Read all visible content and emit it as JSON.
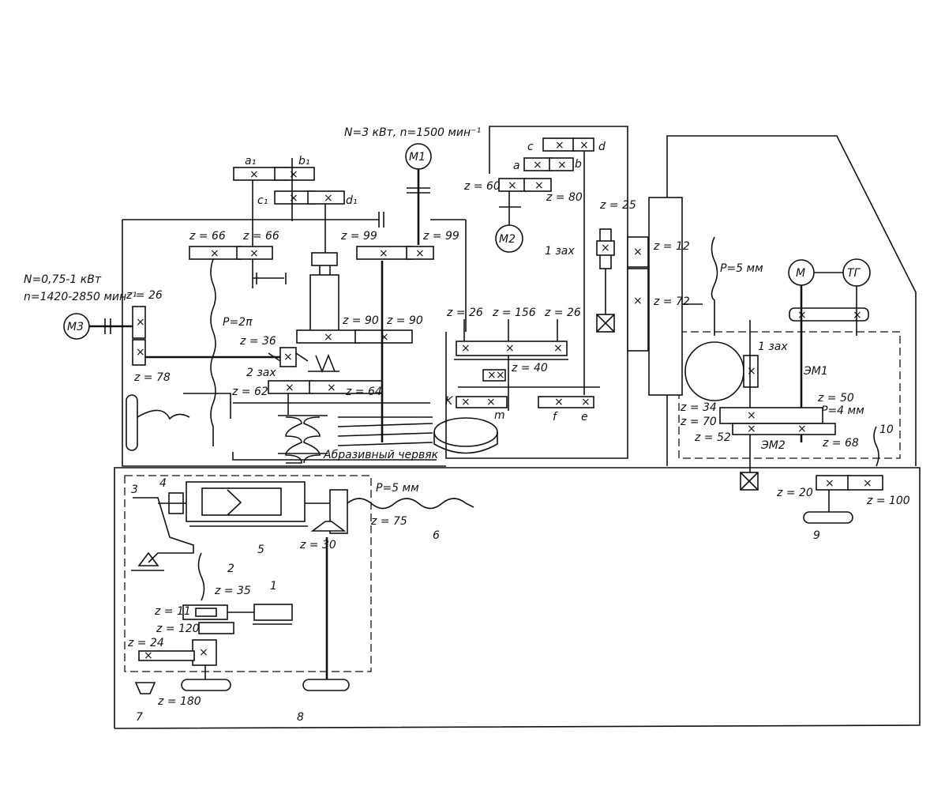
{
  "title": "N=3 кВт, n=1500 мин⁻¹",
  "motor_m3_power": "N=0,75-1 кВт",
  "motor_m3_speed": "n=1420-2850 мин⁻¹",
  "motors": {
    "m1": "M1",
    "m2": "M2",
    "m3": "M3",
    "m": "M",
    "tg": "ТГ"
  },
  "electromagnets": {
    "em1": "ЭМ1",
    "em2": "ЭМ2"
  },
  "abrasive_worm": "Абразивный червяк",
  "starts": {
    "two": "2 зах",
    "one_a": "1 зах",
    "one_b": "1 зах"
  },
  "pitches": {
    "p2pi": "P=2π",
    "p5_top": "P=5 мм",
    "p5_bottom": "P=5 мм",
    "p4": "P=4 мм"
  },
  "replaceable_gears": {
    "a1": "a₁",
    "b1": "b₁",
    "c1": "c₁",
    "d1": "d₁",
    "a": "a",
    "b": "b",
    "c": "c",
    "d": "d",
    "k": "K",
    "m": "m",
    "f": "f",
    "e": "e"
  },
  "gear_teeth": {
    "z26_m3": "z = 26",
    "z78": "z = 78",
    "z66_l": "z = 66",
    "z66_r": "z = 66",
    "z36": "z = 36",
    "z62": "z = 62",
    "z64": "z = 64",
    "z99_l": "z = 99",
    "z99_r": "z = 99",
    "z90_l": "z = 90",
    "z90_r": "z = 90",
    "z60": "z = 60",
    "z80": "z = 80",
    "z25": "z = 25",
    "z12": "z = 12",
    "z72": "z = 72",
    "z26_a": "z = 26",
    "z156": "z = 156",
    "z26_b": "z = 26",
    "z40": "z = 40",
    "z34": "z = 34",
    "z70": "z = 70",
    "z52": "z = 52",
    "z50": "z = 50",
    "z68": "z = 68",
    "z20": "z = 20",
    "z100": "z = 100",
    "z75": "z = 75",
    "z30": "z = 30",
    "z11": "z = 11",
    "z35": "z = 35",
    "z120": "z = 120",
    "z24": "z = 24",
    "z180": "z = 180"
  },
  "callouts": [
    "1",
    "2",
    "3",
    "4",
    "5",
    "6",
    "7",
    "8",
    "9",
    "10"
  ]
}
